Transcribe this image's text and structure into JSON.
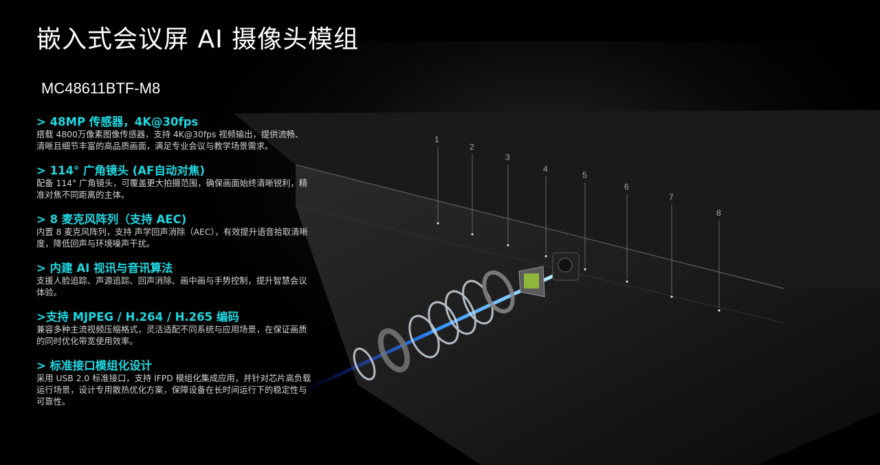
{
  "title": "嵌入式会议屏 AI 摄像头模组",
  "model": "MC48611BTF-M8",
  "features": [
    {
      "heading": "> 48MP 传感器，4K@30fps",
      "text": "搭载 4800万像素图像传感器，支持 4K@30fps 视频输出，提供流畅、清晰且细节丰富的高品质画面，满足专业会议与教学场景需求。"
    },
    {
      "heading": "> 114° 广角镜头 (AF自动对焦)",
      "text": "配备 114° 广角镜头，可覆盖更大拍摄范围，确保画面始终清晰锐利，精准对焦不同距离的主体。"
    },
    {
      "heading": "> 8 麦克风阵列（支持 AEC)",
      "text": "内置 8 麦克风阵列，支持 声学回声消除（AEC），有效提升语音拾取清晰度，降低回声与环境噪声干扰。"
    },
    {
      "heading": "> 内建 AI 视讯与音讯算法",
      "text": "支援人脸追踪、声源追踪、回声消除、画中画与手势控制，提升智慧会议体验。"
    },
    {
      "heading": ">支持 MJPEG / H.264 / H.265 编码",
      "text": "兼容多种主流视频压缩格式，灵活适配不同系统与应用场景，在保证画质的同时优化带宽使用效率。"
    },
    {
      "heading": "> 标准接口模组化设计",
      "text": "采用 USB 2.0 标准接口，支持 IFPD 模组化集成应用，并针对芯片高负载运行场景，设计专用散热优化方案，保障设备在长时间运行下的稳定性与可靠性。"
    }
  ],
  "mic_labels": [
    "1",
    "2",
    "3",
    "4",
    "5",
    "6",
    "7",
    "8"
  ],
  "colors": {
    "accent": "#1fd8e2",
    "background": "#000000"
  }
}
